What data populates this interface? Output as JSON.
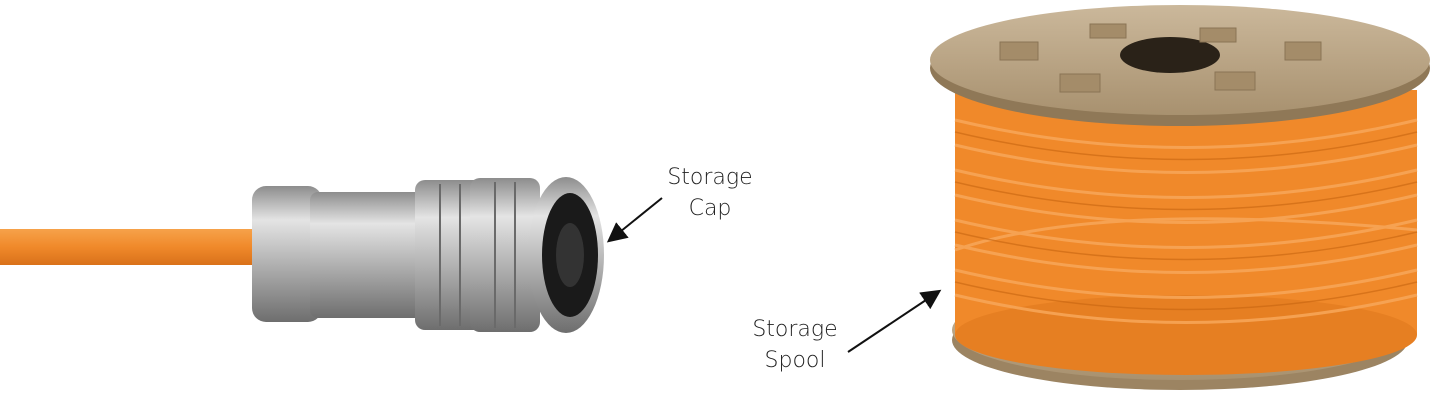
{
  "labels": {
    "cap_line1": "Storage",
    "cap_line2": "Cap",
    "spool_line1": "Storage",
    "spool_line2": "Spool"
  },
  "colors": {
    "cable_orange": "#f0892a",
    "metal": "#b8b8b8",
    "cardboard": "#b9a486"
  }
}
